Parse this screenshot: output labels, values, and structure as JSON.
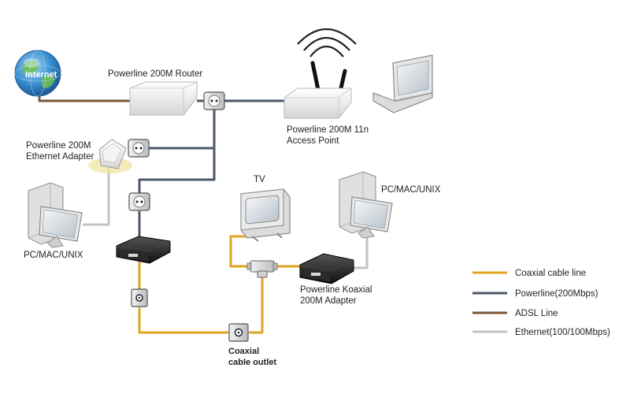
{
  "labels": {
    "internet": "Internet",
    "router": "Powerline 200M Router",
    "access_point_line1": "Powerline 200M 11n",
    "access_point_line2": "Access Point",
    "ethernet_adapter_line1": "Powerline 200M",
    "ethernet_adapter_line2": "Ethernet Adapter",
    "pc_left": "PC/MAC/UNIX",
    "pc_right": "PC/MAC/UNIX",
    "tv": "TV",
    "koaxial_adapter_line1": "Powerline Koaxial",
    "koaxial_adapter_line2": "200M Adapter",
    "coax_outlet_line1": "Coaxial",
    "coax_outlet_line2": "cable outlet"
  },
  "legend": [
    {
      "label": "Coaxial cable line",
      "color": "#e0a520"
    },
    {
      "label": "Powerline(200Mbps)",
      "color": "#4b5868"
    },
    {
      "label": "ADSL Line",
      "color": "#7a5535"
    },
    {
      "label": "Ethernet(100/100Mbps)",
      "color": "#c3c3c3"
    }
  ],
  "colors": {
    "coax": "#e0a520",
    "powerline": "#4b5868",
    "adsl": "#7a5535",
    "ethernet": "#c3c3c3"
  }
}
